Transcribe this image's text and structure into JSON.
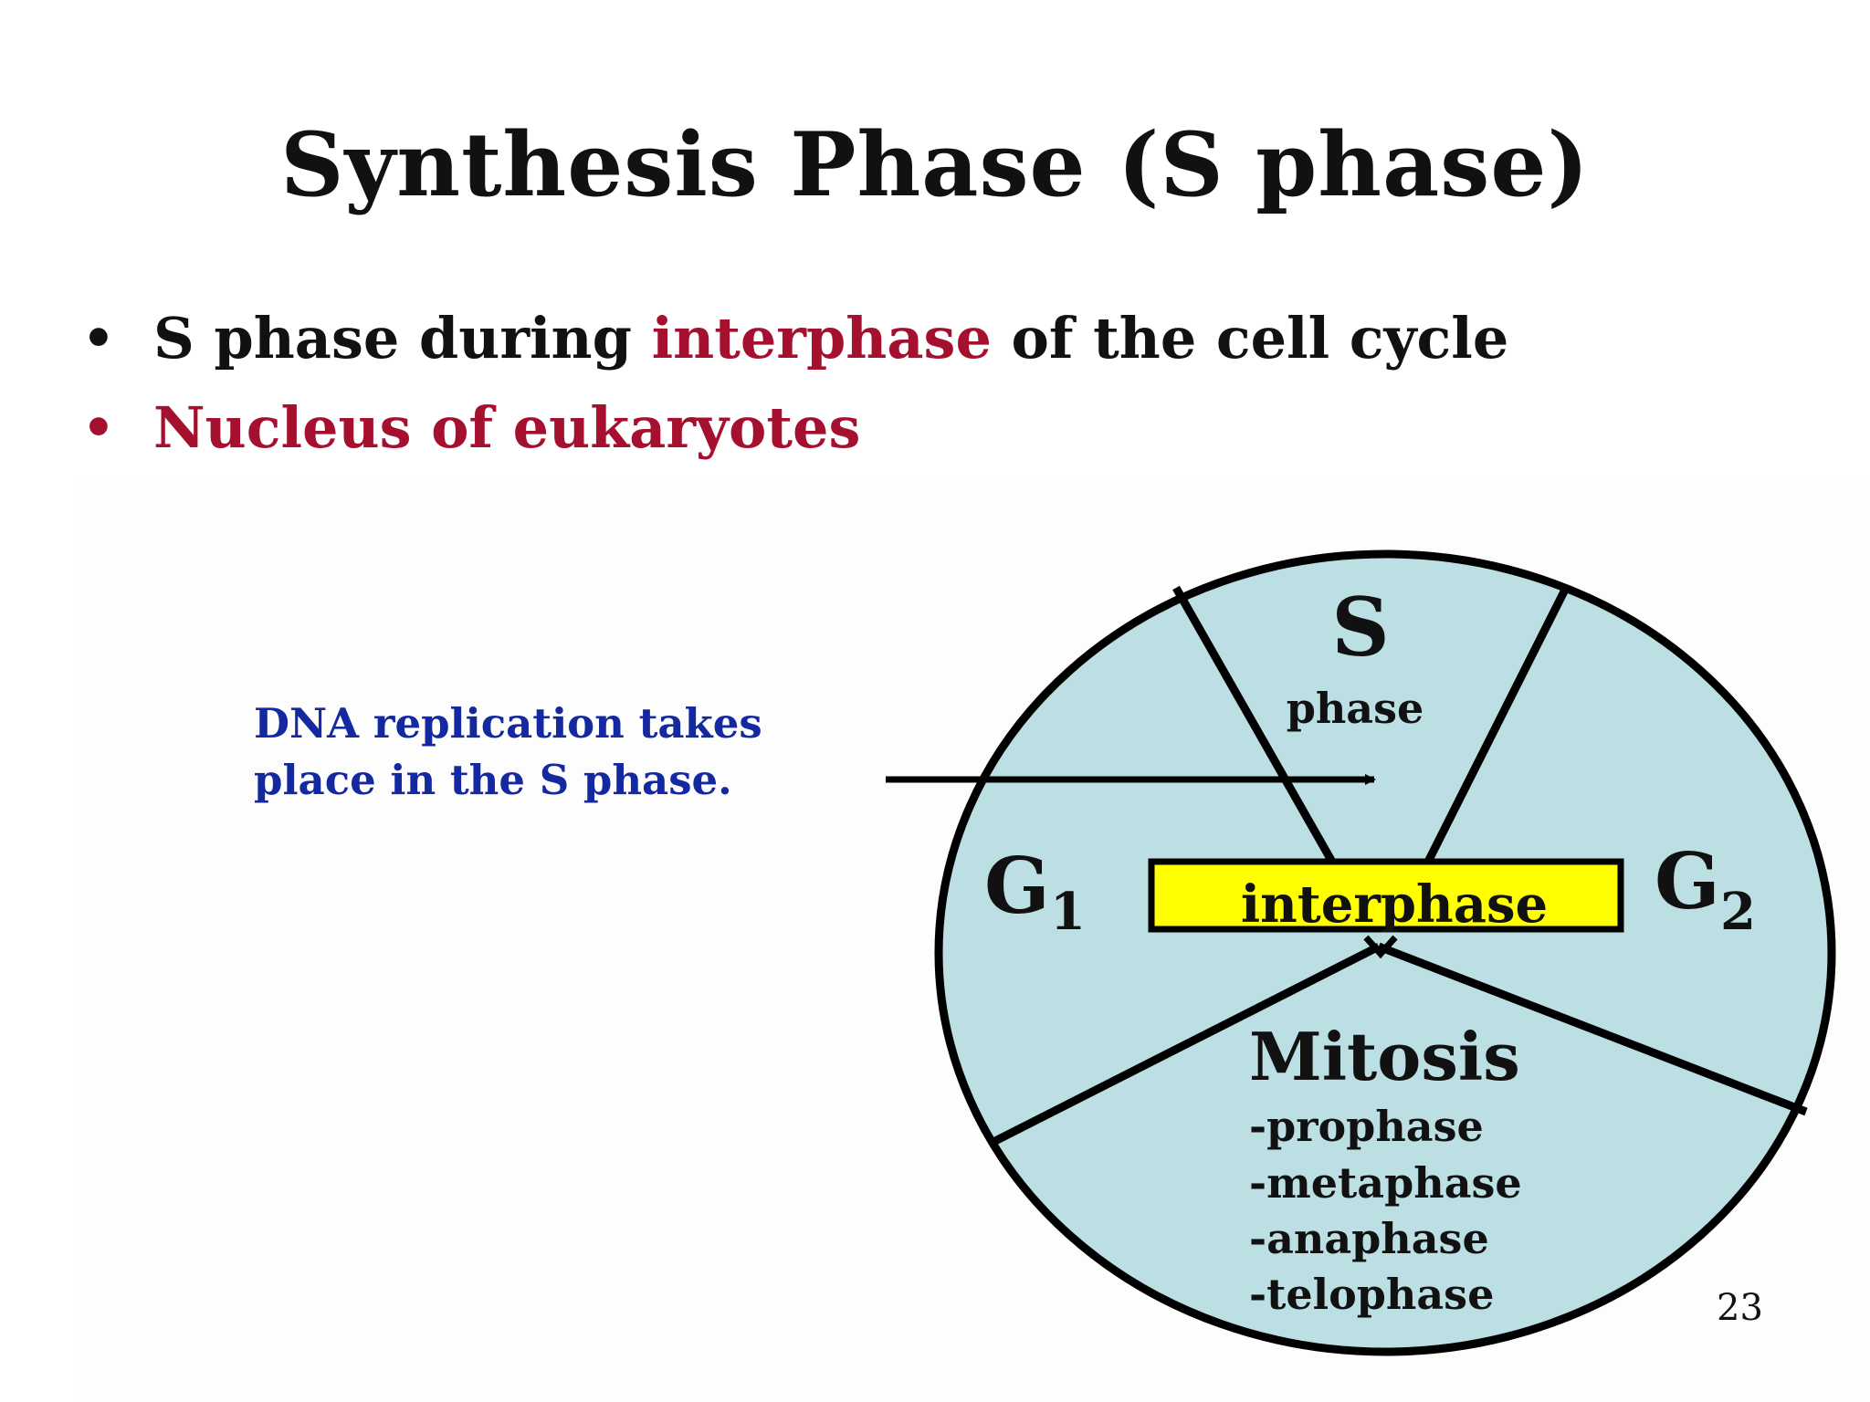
{
  "slide": {
    "title": "Synthesis Phase (S phase)",
    "bullets": [
      {
        "part1": "S phase during ",
        "highlight": "interphase",
        "part2": " of the cell cycle"
      },
      {
        "text": "Nucleus of eukaryotes"
      }
    ],
    "bullet_glyph": "•",
    "note": {
      "line1": "DNA replication takes",
      "line2": "place in the S phase."
    },
    "page_number": "23"
  },
  "diagram": {
    "s_label": "S",
    "s_sublabel": "phase",
    "g1_letter": "G",
    "g1_sub": "1",
    "g2_letter": "G",
    "g2_sub": "2",
    "interphase_label": "interphase",
    "mitosis_label": "Mitosis",
    "mitosis_steps": [
      "-prophase",
      "-metaphase",
      "-anaphase",
      "-telophase"
    ]
  },
  "colors": {
    "circle_fill": "#bbdfe3",
    "interphase_box": "#ffff00",
    "highlight_red": "#a5102e",
    "note_blue": "#1428a0"
  }
}
